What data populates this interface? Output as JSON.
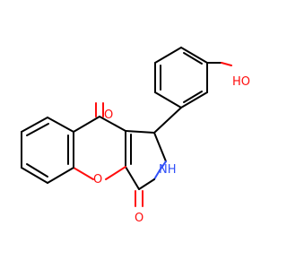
{
  "molecule": {
    "atoms": {
      "hydroxyl": "HO",
      "carbonyl_top": "O",
      "carbonyl_bottom": "O",
      "ring_oxygen": "O",
      "amide_nh": "NH"
    },
    "colors": {
      "bond": "#000000",
      "oxygen": "#ff0d0d",
      "nitrogen": "#3050f8",
      "background": "#ffffff"
    }
  }
}
